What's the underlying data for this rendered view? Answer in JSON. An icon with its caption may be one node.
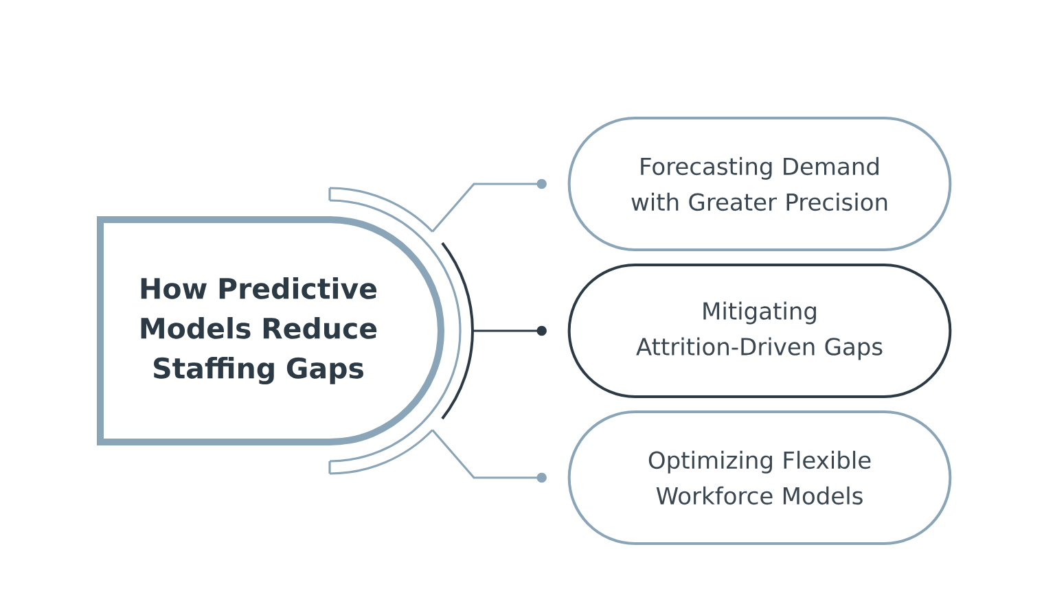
{
  "diagram": {
    "nodes": [
      {
        "text": [
          "How Predictive Models Reduce Staffing Gaps"
        ]
      },
      {
        "text": [
          "Forecasting Demand with Greater Precision"
        ]
      },
      {
        "text": [
          "Mitigating Attrition-Driven Gaps"
        ]
      },
      {
        "text": [
          "Optimizing Flexible Workforce Models"
        ]
      }
    ],
    "edges": [
      {
        "from": 0,
        "to": 1,
        "arrow": "other"
      },
      {
        "from": 0,
        "to": 2,
        "arrow": "other",
        "color": "#2b3a44"
      },
      {
        "from": 0,
        "to": 3,
        "arrow": "other"
      }
    ]
  }
}
